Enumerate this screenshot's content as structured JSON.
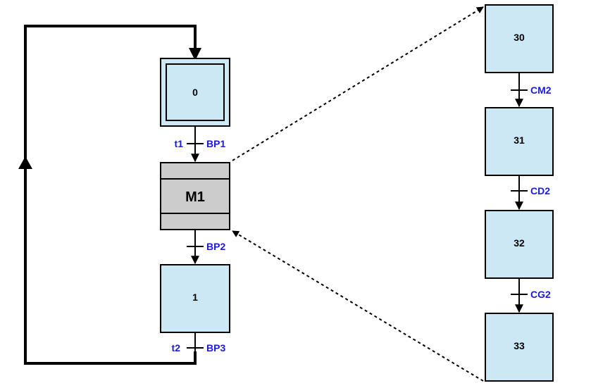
{
  "main_chart": {
    "initial_step": {
      "label": "0"
    },
    "macro_step": {
      "label": "M1"
    },
    "step_1": {
      "label": "1"
    },
    "transitions": {
      "t1": {
        "name": "t1",
        "condition": "BP1"
      },
      "t_bp2": {
        "condition": "BP2"
      },
      "t2": {
        "name": "t2",
        "condition": "BP3"
      }
    }
  },
  "expansion": {
    "steps": [
      "30",
      "31",
      "32",
      "33"
    ],
    "conditions": [
      "CM2",
      "CD2",
      "CG2"
    ]
  },
  "colors": {
    "step_fill": "#cce8f4",
    "macro_fill": "#cccccc",
    "condition_text": "#1a1adb"
  }
}
